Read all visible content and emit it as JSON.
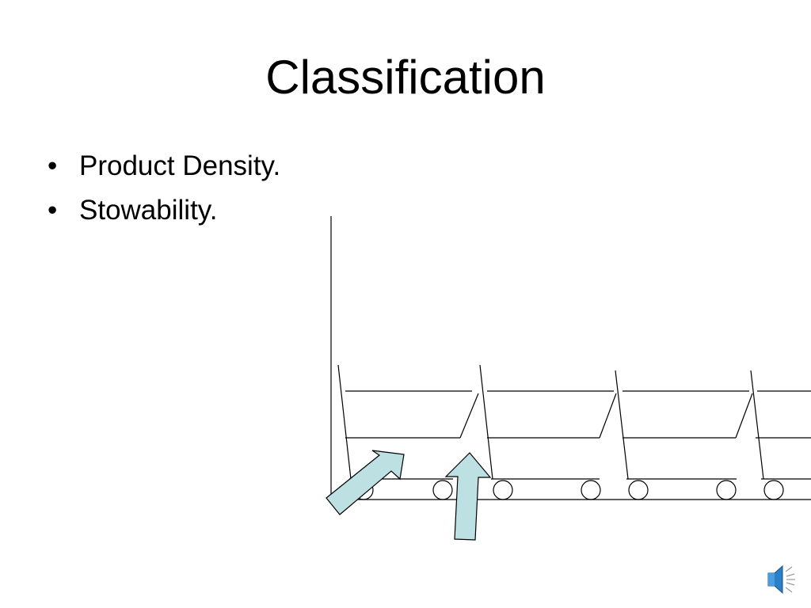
{
  "slide": {
    "title": "Classification",
    "bullets": [
      {
        "marker": "•",
        "text": "Product Density."
      },
      {
        "marker": "•",
        "text": "Stowability."
      }
    ]
  },
  "figure": {
    "subject": "shopping-carts-nested-in-line",
    "cart_count": 4,
    "arrow_count": 2,
    "arrow_fill": "#bde0e3",
    "line_color": "#000000"
  },
  "icons": {
    "audio": "speaker-icon"
  }
}
